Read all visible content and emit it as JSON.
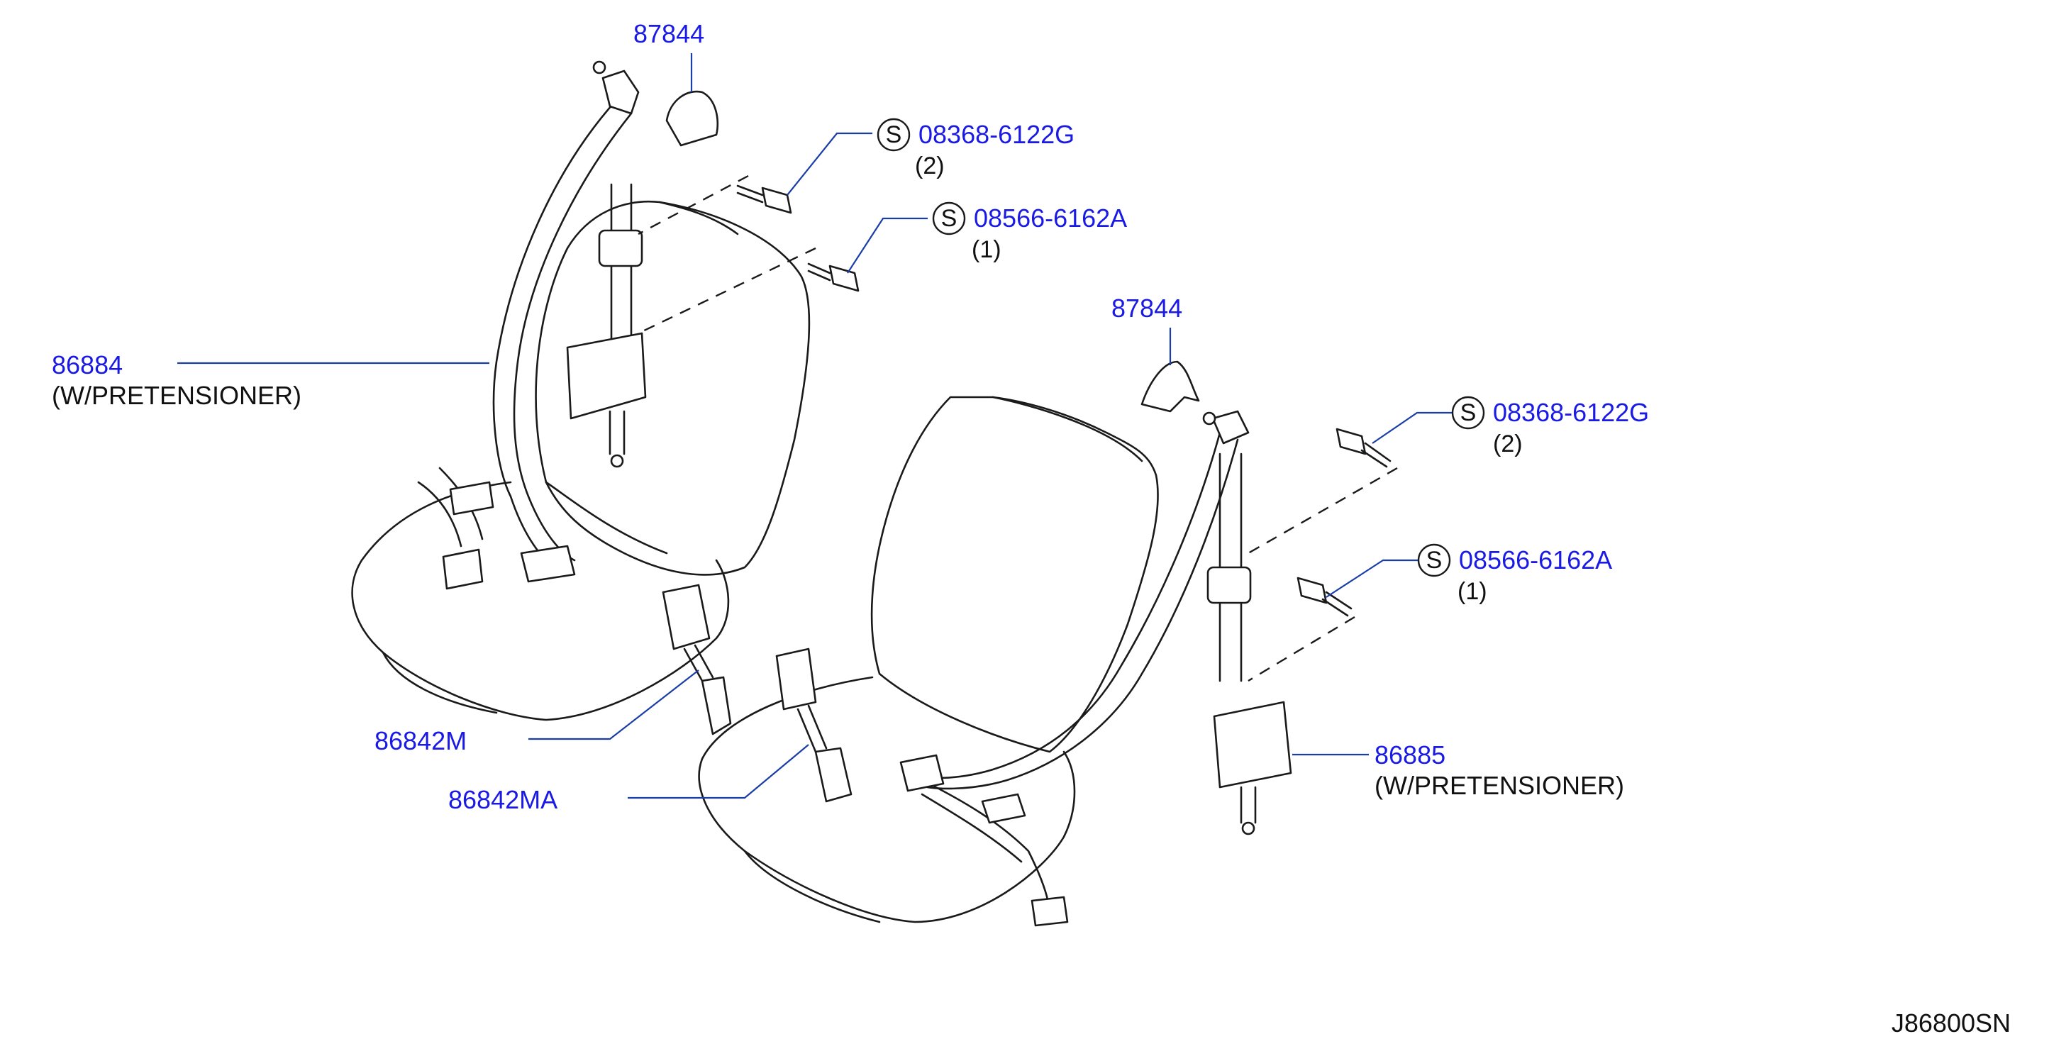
{
  "diagram": {
    "code": "J86800SN",
    "callouts": [
      {
        "id": "c1",
        "part": "87844",
        "qty": "",
        "note": "",
        "symbol": ""
      },
      {
        "id": "c2",
        "part": "08368-6122G",
        "qty": "(2)",
        "note": "",
        "symbol": "S"
      },
      {
        "id": "c3",
        "part": "08566-6162A",
        "qty": "(1)",
        "note": "",
        "symbol": "S"
      },
      {
        "id": "c4",
        "part": "86884",
        "qty": "",
        "note": "(W/PRETENSIONER)",
        "symbol": ""
      },
      {
        "id": "c5",
        "part": "87844",
        "qty": "",
        "note": "",
        "symbol": ""
      },
      {
        "id": "c6",
        "part": "08368-6122G",
        "qty": "(2)",
        "note": "",
        "symbol": "S"
      },
      {
        "id": "c7",
        "part": "08566-6162A",
        "qty": "(1)",
        "note": "",
        "symbol": "S"
      },
      {
        "id": "c8",
        "part": "86842M",
        "qty": "",
        "note": "",
        "symbol": ""
      },
      {
        "id": "c9",
        "part": "86842MA",
        "qty": "",
        "note": "",
        "symbol": ""
      },
      {
        "id": "c10",
        "part": "86885",
        "qty": "",
        "note": "(W/PRETENSIONER)",
        "symbol": ""
      }
    ]
  }
}
